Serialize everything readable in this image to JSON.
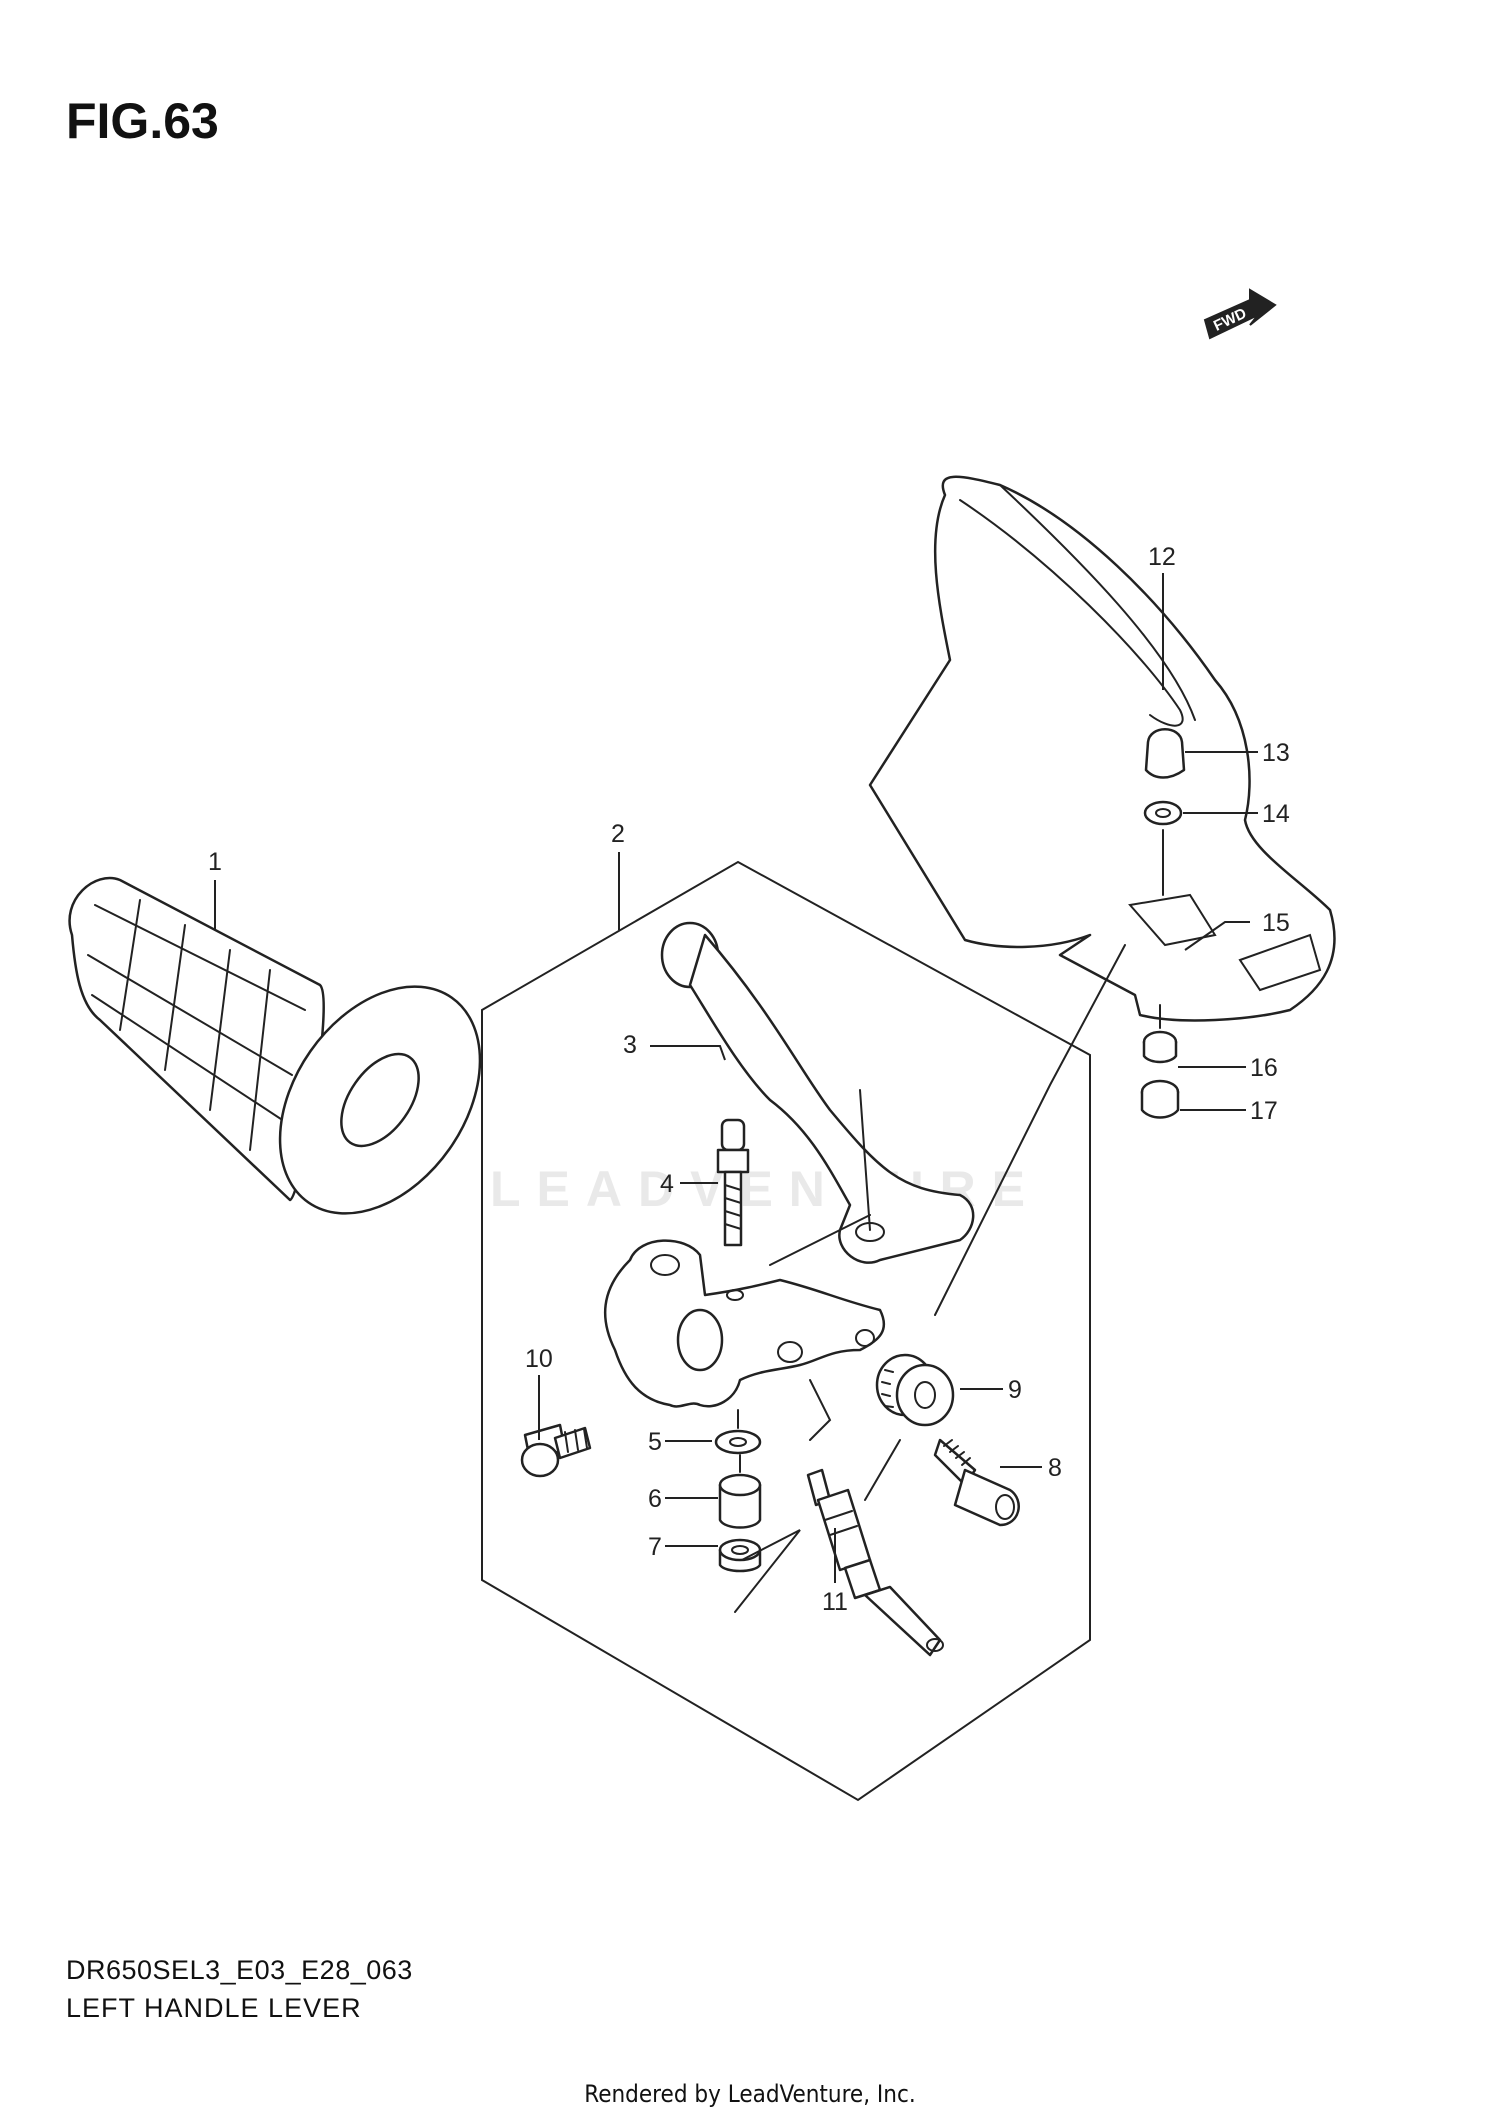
{
  "figure": {
    "title": "FIG.63",
    "code": "DR650SEL3_E03_E28_063",
    "name": "LEFT HANDLE LEVER",
    "fwd_label": "FWD"
  },
  "watermark": "LEADVENTURE",
  "footer": "Rendered by LeadVenture, Inc.",
  "callouts": [
    "1",
    "2",
    "3",
    "4",
    "5",
    "6",
    "7",
    "8",
    "9",
    "10",
    "11",
    "12",
    "13",
    "14",
    "15",
    "16",
    "17"
  ]
}
